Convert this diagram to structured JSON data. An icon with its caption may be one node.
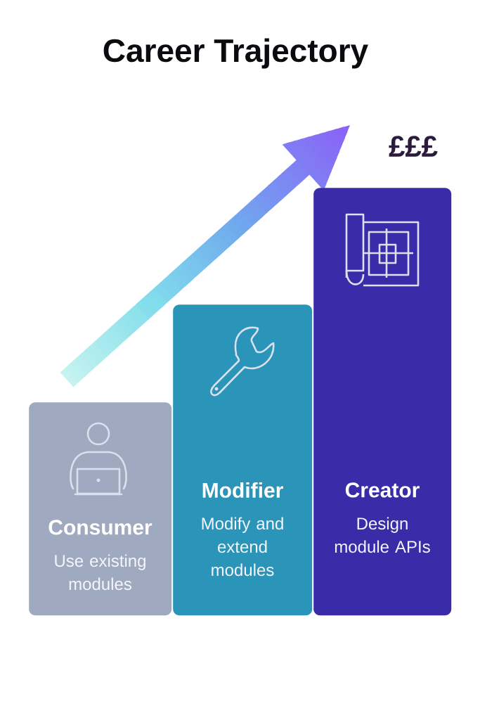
{
  "diagram": {
    "title": "Career Trajectory",
    "nodes": [
      {
        "text": [
          "Consumer",
          "Use existing modules"
        ]
      },
      {
        "text": [
          "Modifier",
          "Modify and extend modules"
        ]
      },
      {
        "text": [
          "Creator",
          "Design module APIs"
        ]
      }
    ],
    "labels": [
      "£££"
    ]
  }
}
